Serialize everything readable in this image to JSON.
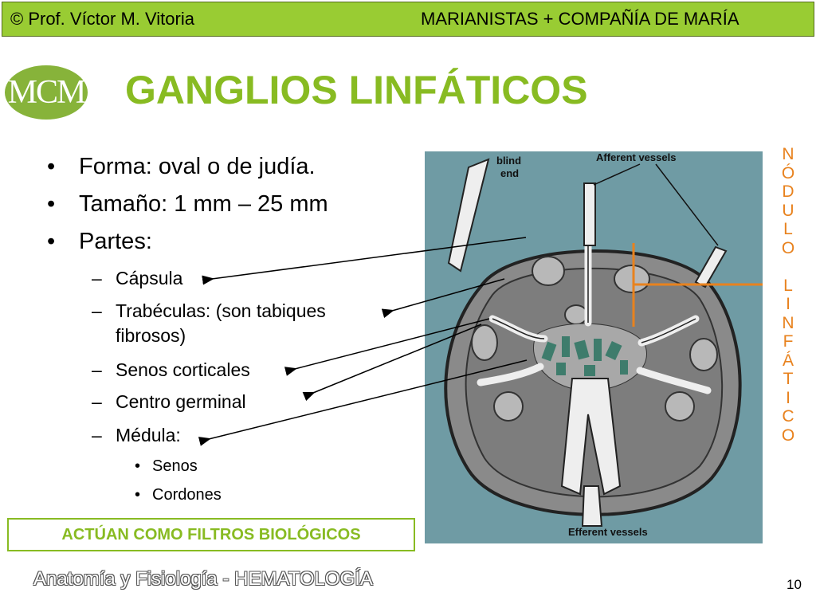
{
  "header": {
    "author": "© Prof. Víctor M. Vitoria",
    "institution": "MARIANISTAS + COMPAÑÍA DE MARÍA"
  },
  "logo": {
    "text": "MCM"
  },
  "slide": {
    "title": "GANGLIOS LINFÁTICOS",
    "bullets": [
      "Forma: oval o de judía.",
      "Tamaño: 1 mm – 25 mm",
      "Partes:"
    ],
    "parts": [
      "Cápsula",
      "Trabéculas: (son tabiques",
      "fibrosos)",
      "Senos corticales",
      "Centro germinal",
      "Médula:"
    ],
    "medulla_parts": [
      "Senos",
      "Cordones"
    ],
    "callout": "ACTÚAN COMO FILTROS BIOLÓGICOS"
  },
  "figure": {
    "labels": {
      "blind_end_1": "blind",
      "blind_end_2": "end",
      "afferent": "Afferent vessels",
      "efferent": "Efferent vessels"
    }
  },
  "vertical_label": {
    "word1": [
      "N",
      "Ó",
      "D",
      "U",
      "L",
      "O"
    ],
    "word2": [
      "L",
      "I",
      "N",
      "F",
      "Á",
      "T",
      "I",
      "C",
      "O"
    ]
  },
  "footer": {
    "title": "Anatomía y Fisiología - HEMATOLOGÍA",
    "page": "10"
  },
  "colors": {
    "header_bg": "#99cc33",
    "title_green": "#88bb22",
    "label_orange": "#e8821e",
    "figure_bg": "#6f9ba4"
  }
}
